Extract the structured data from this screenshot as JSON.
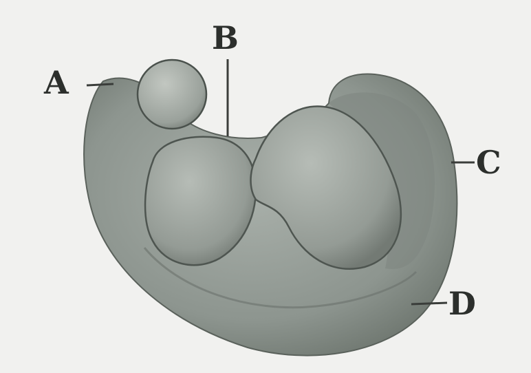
{
  "labels": {
    "a": "A",
    "b": "B",
    "c": "C",
    "d": "D"
  },
  "colors": {
    "background": "#f1f1ef",
    "body_fill": "#8e9690",
    "outline": "#3b403c",
    "leader_line": "#3a3d3a"
  }
}
